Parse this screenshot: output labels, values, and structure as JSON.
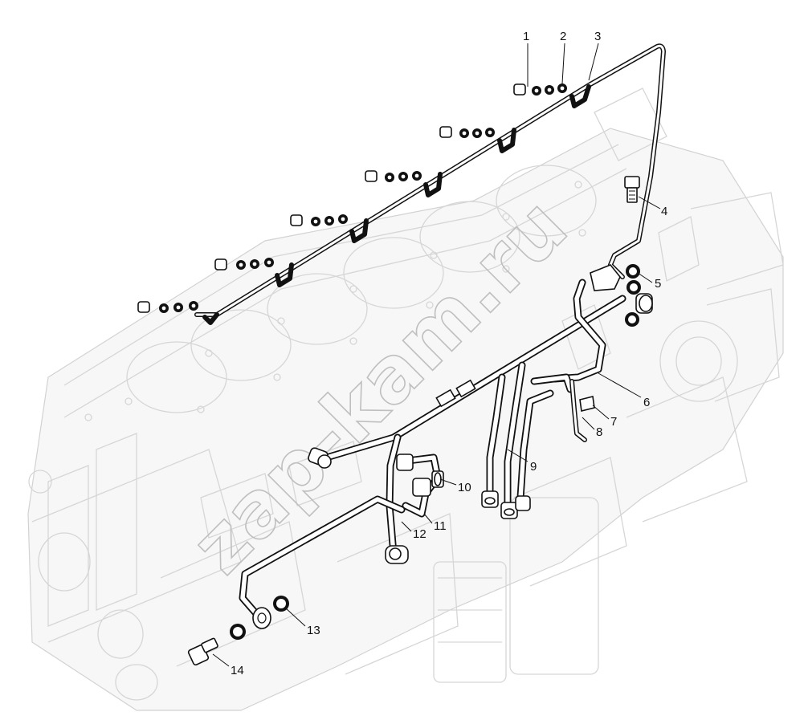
{
  "diagram": {
    "watermark": "zap-kam.ru",
    "callouts": [
      {
        "id": "1",
        "label": "1"
      },
      {
        "id": "2",
        "label": "2"
      },
      {
        "id": "3",
        "label": "3"
      },
      {
        "id": "4",
        "label": "4"
      },
      {
        "id": "5",
        "label": "5"
      },
      {
        "id": "6",
        "label": "6"
      },
      {
        "id": "7",
        "label": "7"
      },
      {
        "id": "8",
        "label": "8"
      },
      {
        "id": "9",
        "label": "9"
      },
      {
        "id": "10",
        "label": "10"
      },
      {
        "id": "11",
        "label": "11"
      },
      {
        "id": "12",
        "label": "12"
      },
      {
        "id": "13",
        "label": "13"
      },
      {
        "id": "14",
        "label": "14"
      }
    ]
  }
}
